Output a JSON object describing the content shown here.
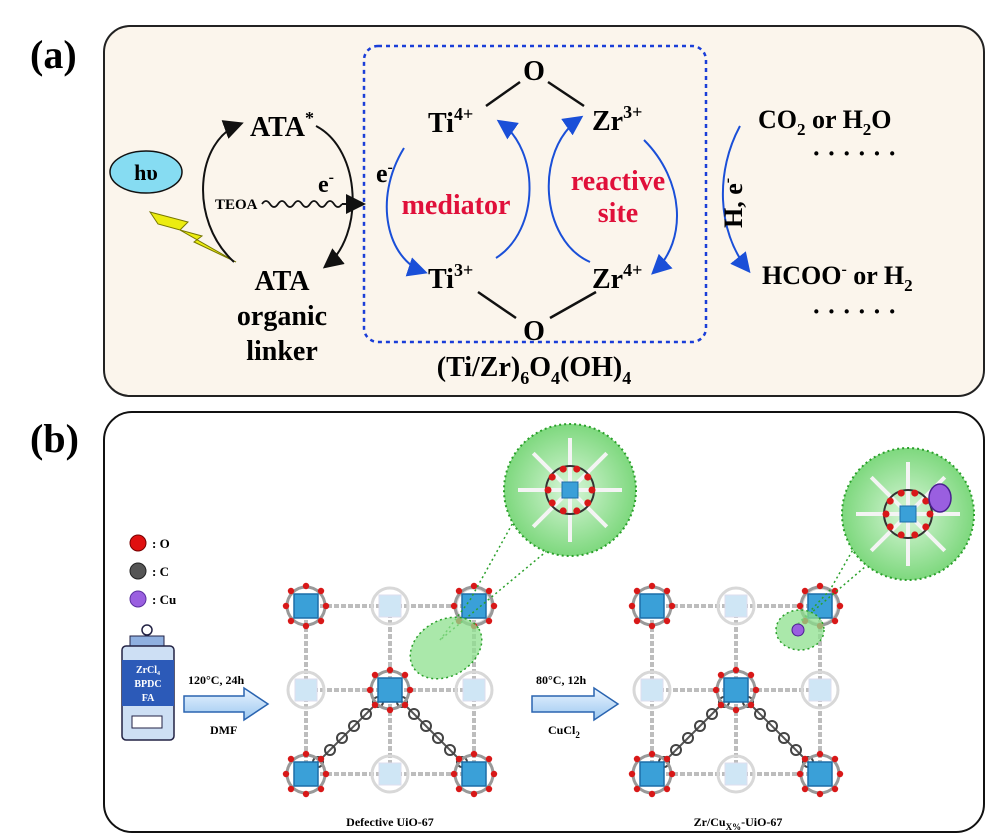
{
  "panel_a": {
    "label": "(a)",
    "hv": "hυ",
    "ata_star": "ATA",
    "ata_star_sup": "*",
    "teoa": "TEOA",
    "e_minus_1": "e",
    "e_minus_2": "e",
    "minus": "-",
    "ata": "ATA",
    "organic": "organic",
    "linker": "linker",
    "o_top": "O",
    "o_bottom": "O",
    "ti": "Ti",
    "zr": "Zr",
    "sup_4plus": "4+",
    "sup_3plus": "3+",
    "mediator": "mediator",
    "reactive": "reactive",
    "site": "site",
    "he_label": "H, e",
    "co2_pre": "CO",
    "co2_mid": " or H",
    "co2_post": "O",
    "sub_2": "2",
    "dots": "· · · · · ·",
    "hcoo": "HCOO",
    "hcoo_or": " or H",
    "cluster_a": "(Ti/Zr)",
    "cluster_6": "6",
    "cluster_o": "O",
    "cluster_4": "4",
    "cluster_oh": "(OH)",
    "cluster_4b": "4"
  },
  "panel_b": {
    "label": "(b)",
    "legend": [
      {
        "symbol": ": O",
        "color": "#e01010"
      },
      {
        "symbol": ": C",
        "color": "#555555"
      },
      {
        "symbol": ": Cu",
        "color": "#9a5fe0"
      }
    ],
    "bottle_lines": [
      "ZrCl₄",
      "BPDC",
      "FA"
    ],
    "step1_top": "120°C, 24h",
    "step1_bottom": "DMF",
    "step2_top": "80°C, 12h",
    "step2_bottom": "CuCl",
    "step2_sub": "2",
    "caption_left": "Defective UiO-67",
    "caption_right_pre": "Zr/Cu",
    "caption_right_sub": "X%",
    "caption_right_post": "-UiO-67",
    "colors": {
      "cluster": "#3aa0d8",
      "oxygen": "#d81818",
      "linker": "#888888",
      "zoom": "#7ed87e",
      "copper": "#9a5fe0"
    }
  }
}
